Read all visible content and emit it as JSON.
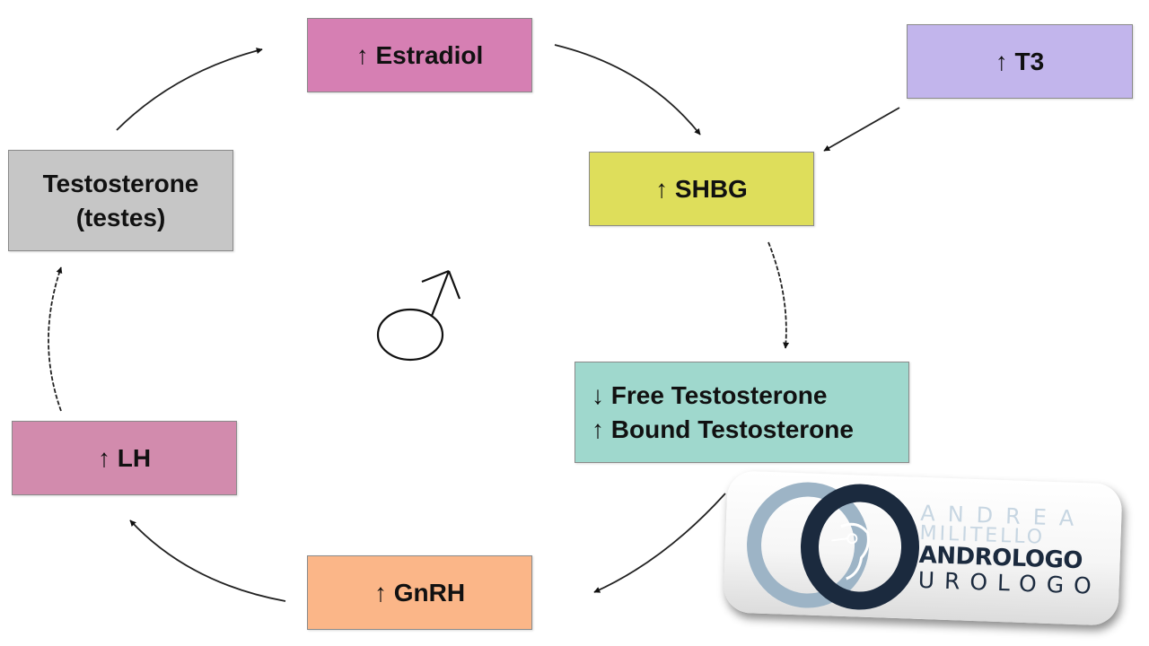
{
  "nodes": {
    "estradiol": {
      "label": "↑ Estradiol",
      "color": "#d67fb3"
    },
    "t3": {
      "label": "↑ T3",
      "color": "#c2b5ec"
    },
    "shbg": {
      "label": "↑ SHBG",
      "color": "#dede5b"
    },
    "testosterone": {
      "line1": "Testosterone",
      "line2": "(testes)",
      "color": "#c6c6c6"
    },
    "free_testosterone": {
      "line1": "↓ Free Testosterone",
      "line2": "↑ Bound Testosterone",
      "color": "#9fd8cd"
    },
    "lh": {
      "label": "↑ LH",
      "color": "#d28bad"
    },
    "gnrh": {
      "label": "↑ GnRH",
      "color": "#fbb688"
    }
  },
  "center_symbol": {
    "icon": "male-symbol",
    "color": "#111111"
  },
  "logo": {
    "line1": "ANDREA",
    "line2": "MILITELLO",
    "line3": "ANDROLOGO",
    "line4": "UROLOGO",
    "light_color": "#9db4c6",
    "dark_color": "#1b2a3e"
  }
}
